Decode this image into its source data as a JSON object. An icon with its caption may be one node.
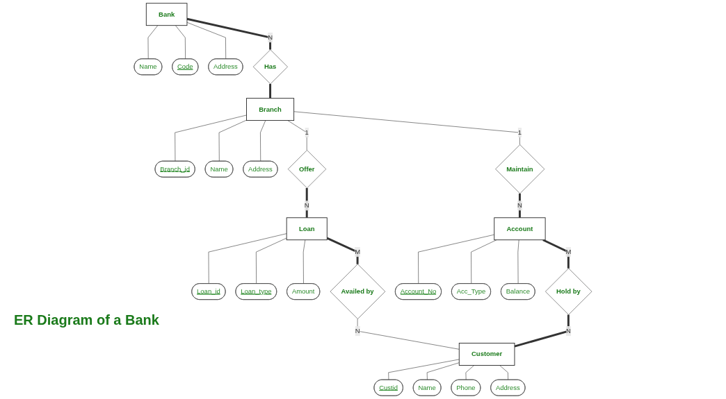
{
  "diagram": {
    "title": "ER Diagram of a Bank",
    "nodes": [
      {
        "text": [
          "Branch_id"
        ]
      },
      {
        "text": [
          "Name"
        ]
      },
      {
        "text": [
          "Name"
        ]
      },
      {
        "text": [
          "Bank"
        ]
      },
      {
        "text": [
          "Has"
        ]
      },
      {
        "text": [
          "Branch"
        ]
      },
      {
        "text": [
          "Code"
        ]
      },
      {
        "text": [
          "Address"
        ]
      },
      {
        "text": [
          "Address"
        ]
      },
      {
        "text": [
          "Offer"
        ]
      },
      {
        "text": [
          "Maintain"
        ]
      },
      {
        "text": [
          "Loan_id"
        ]
      },
      {
        "text": [
          "Account_No"
        ]
      },
      {
        "text": [
          "Loan_type"
        ]
      },
      {
        "text": [
          "Loan"
        ]
      },
      {
        "text": [
          "Account"
        ]
      },
      {
        "text": [
          "Acc_Type"
        ]
      },
      {
        "text": [
          "Amount"
        ]
      },
      {
        "text": [
          "Balance"
        ]
      },
      {
        "text": [
          "Availed by"
        ]
      },
      {
        "text": [
          "Hold by"
        ]
      },
      {
        "text": [
          "Customer"
        ]
      },
      {
        "text": [
          "Custid"
        ]
      },
      {
        "text": [
          "Address"
        ]
      },
      {
        "text": [
          "Name"
        ]
      },
      {
        "text": [
          "Phone"
        ]
      }
    ],
    "edges": [
      {
        "from": 3,
        "to": 2,
        "arrow": "none"
      },
      {
        "from": 3,
        "to": 6,
        "arrow": "none"
      },
      {
        "from": 3,
        "to": 8,
        "arrow": "none"
      },
      {
        "from": 3,
        "to": 4,
        "label": "N",
        "arrow": "none",
        "style": "thick"
      },
      {
        "from": 4,
        "to": 5,
        "arrow": "none",
        "style": "thick"
      },
      {
        "from": 5,
        "to": 0,
        "arrow": "none"
      },
      {
        "from": 5,
        "to": 1,
        "arrow": "none"
      },
      {
        "from": 5,
        "to": 7,
        "arrow": "none"
      },
      {
        "from": 5,
        "to": 9,
        "label": "1",
        "arrow": "none"
      },
      {
        "from": 5,
        "to": 10,
        "label": "1",
        "arrow": "none"
      },
      {
        "from": 9,
        "to": 14,
        "label": "N",
        "arrow": "none",
        "style": "thick"
      },
      {
        "from": 10,
        "to": 15,
        "label": "N",
        "arrow": "none",
        "style": "thick"
      },
      {
        "from": 14,
        "to": 11,
        "arrow": "none"
      },
      {
        "from": 14,
        "to": 13,
        "arrow": "none"
      },
      {
        "from": 14,
        "to": 17,
        "arrow": "none"
      },
      {
        "from": 15,
        "to": 12,
        "arrow": "none"
      },
      {
        "from": 15,
        "to": 16,
        "arrow": "none"
      },
      {
        "from": 15,
        "to": 18,
        "arrow": "none"
      },
      {
        "from": 14,
        "to": 19,
        "label": "M",
        "arrow": "none",
        "style": "thick"
      },
      {
        "from": 15,
        "to": 20,
        "label": "M",
        "arrow": "none",
        "style": "thick"
      },
      {
        "from": 19,
        "to": 21,
        "label": "N",
        "arrow": "none"
      },
      {
        "from": 20,
        "to": 21,
        "label": "N",
        "arrow": "none",
        "style": "thick"
      },
      {
        "from": 21,
        "to": 22,
        "arrow": "none"
      },
      {
        "from": 21,
        "to": 24,
        "arrow": "none"
      },
      {
        "from": 21,
        "to": 25,
        "arrow": "none"
      },
      {
        "from": 21,
        "to": 23,
        "arrow": "none"
      }
    ]
  }
}
